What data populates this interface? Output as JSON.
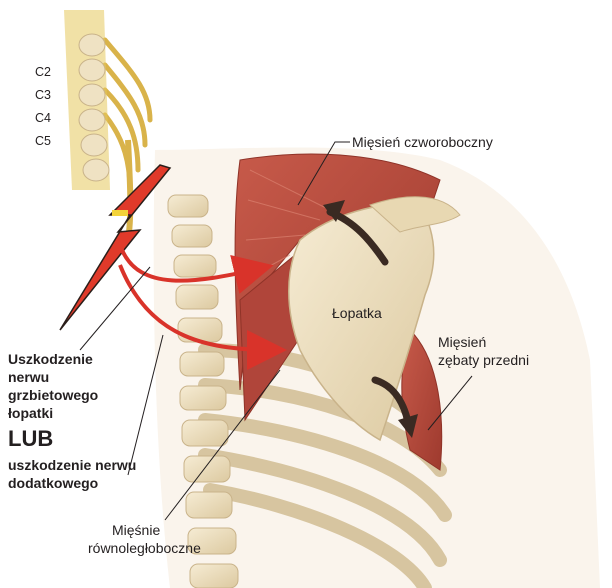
{
  "spine_levels": [
    "C2",
    "C3",
    "C4",
    "C5"
  ],
  "labels": {
    "trapezius": "Mięsień czworoboczny",
    "scapula": "Łopatka",
    "serratus_line1": "Mięsień",
    "serratus_line2": "zębaty przedni",
    "rhomboid_line1": "Mięśnie",
    "rhomboid_line2": "równoległoboczne"
  },
  "injury": {
    "line1": "Uszkodzenie",
    "line2": "nerwu",
    "line3": "grzbietowego",
    "line4": "łopatki",
    "or_word": "LUB",
    "line5": "uszkodzenie nerwu",
    "line6": "dodatkowego"
  },
  "colors": {
    "nerve": "#d9b34a",
    "muscle": "#b5483a",
    "bone": "#efe2c3",
    "arrow_red": "#d9332a",
    "arrow_dark": "#3a2a22"
  }
}
